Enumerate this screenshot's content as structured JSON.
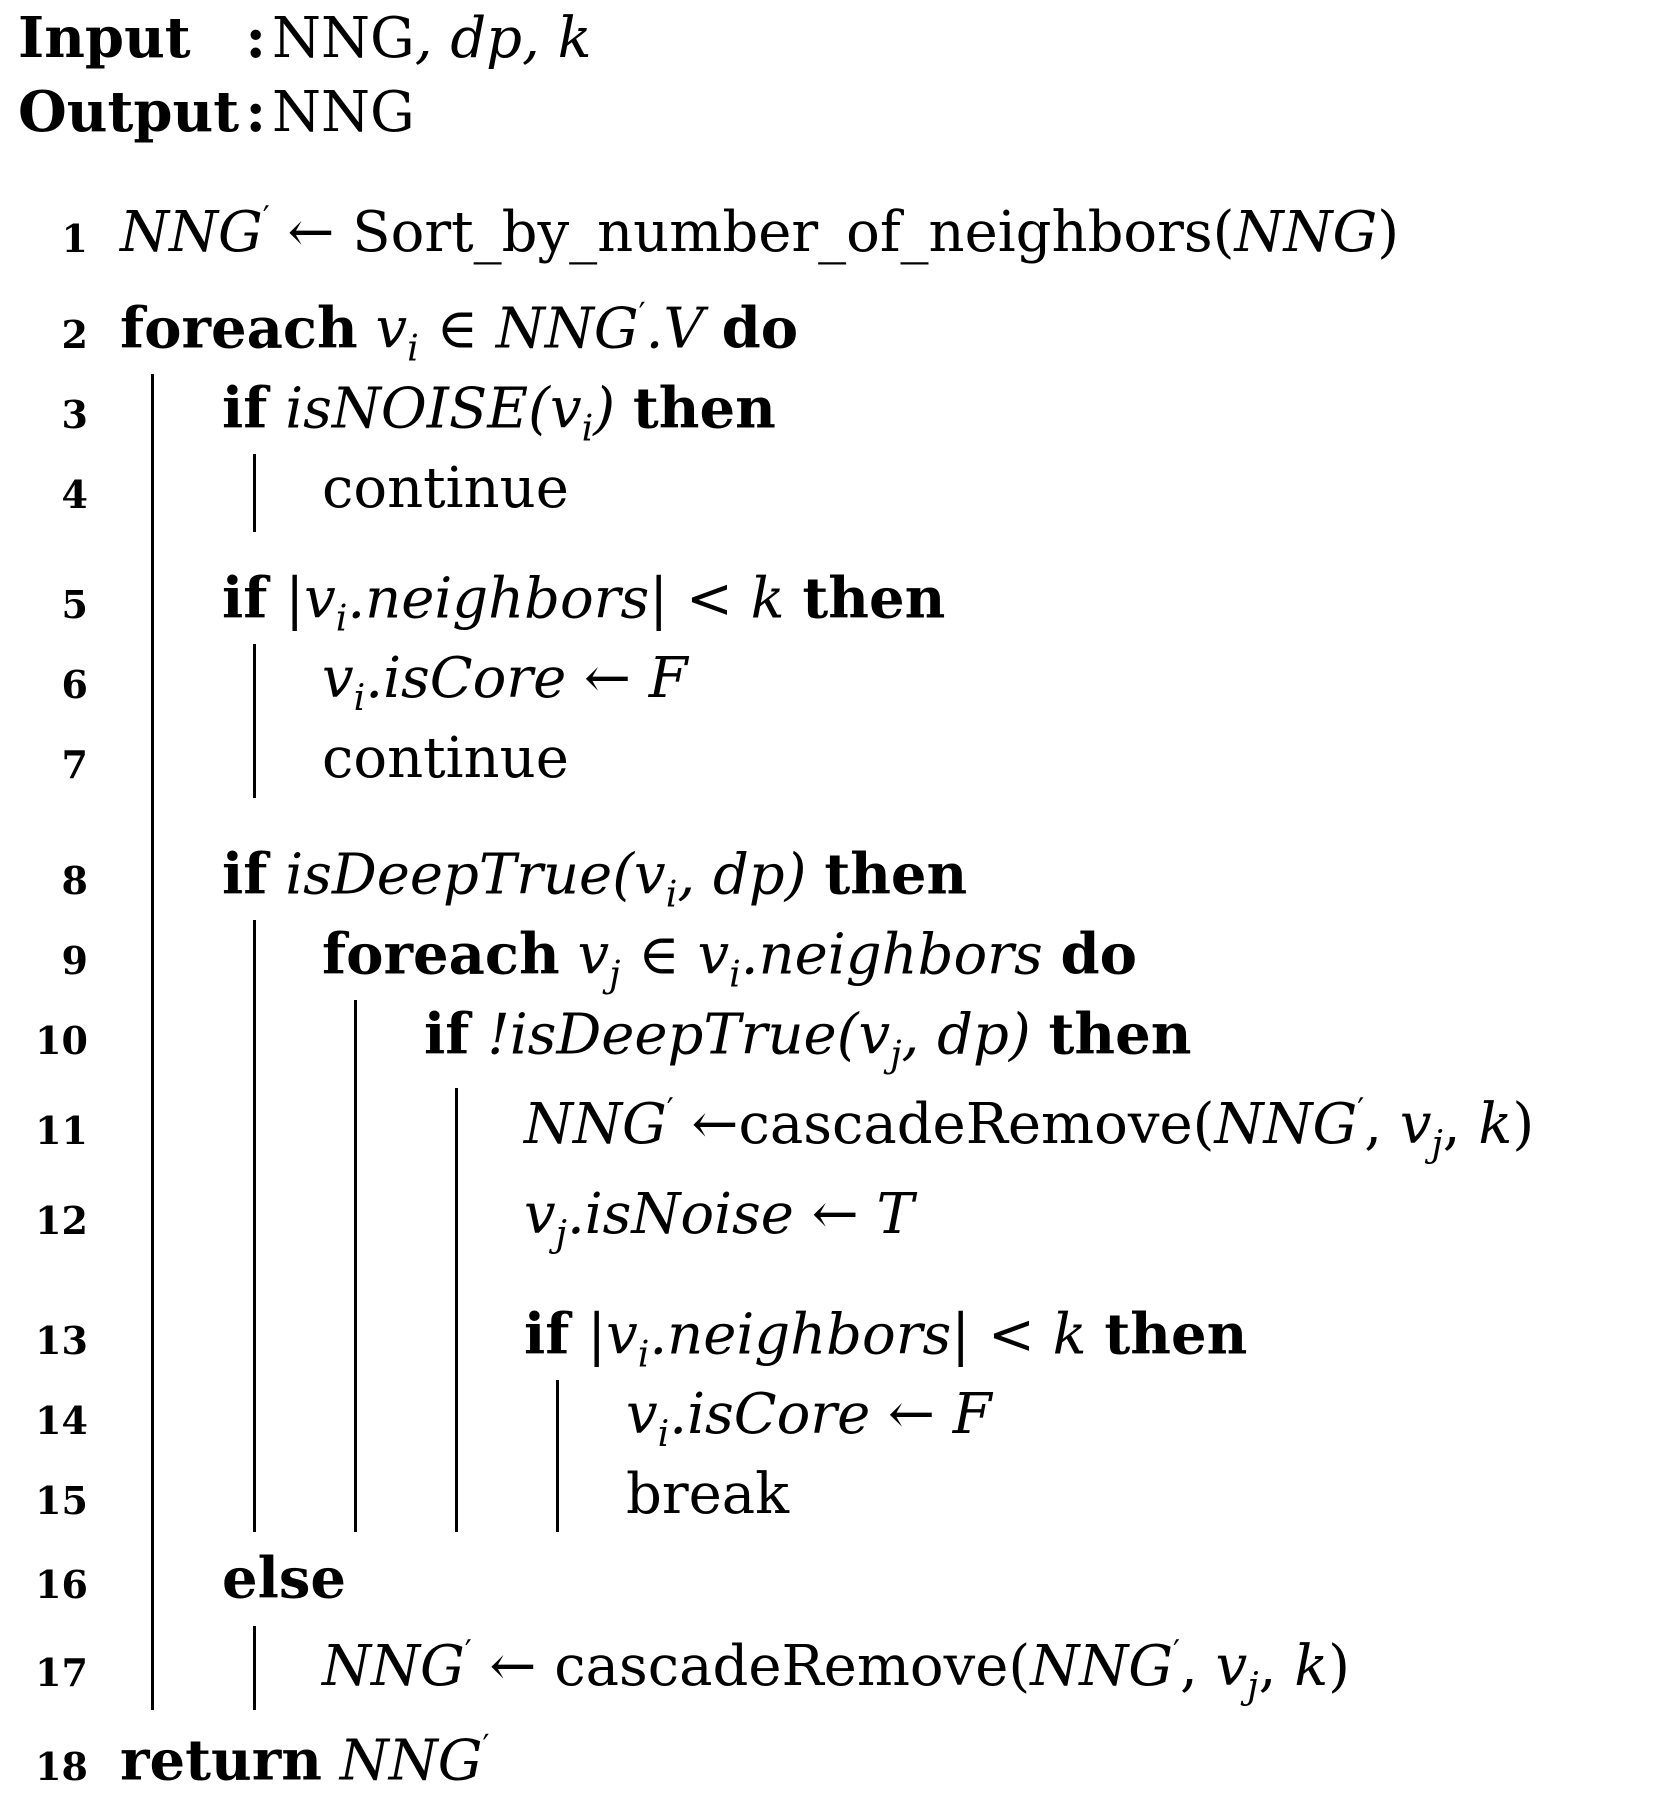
{
  "header": {
    "input_label": "Input",
    "input_colon": ":",
    "input_value_a": "NNG",
    "input_value_b": ", dp, k",
    "output_label": "Output",
    "output_colon": ":",
    "output_value": "NNG"
  },
  "lines": [
    {
      "no": "1"
    },
    {
      "no": "2"
    },
    {
      "no": "3"
    },
    {
      "no": "4"
    },
    {
      "no": "5"
    },
    {
      "no": "6"
    },
    {
      "no": "7"
    },
    {
      "no": "8"
    },
    {
      "no": "9"
    },
    {
      "no": "10"
    },
    {
      "no": "11"
    },
    {
      "no": "12"
    },
    {
      "no": "13"
    },
    {
      "no": "14"
    },
    {
      "no": "15"
    },
    {
      "no": "16"
    },
    {
      "no": "17"
    },
    {
      "no": "18"
    }
  ],
  "tokens": {
    "nng": "NNG",
    "prime": "′",
    "arrow": "←",
    "sort_fn": "Sort_by_number_of_neighbors(",
    "close_paren": ")",
    "open_paren": "(",
    "foreach": "foreach",
    "do": "do",
    "if": "if",
    "then": "then",
    "else": "else",
    "return": "return",
    "continue": "continue",
    "break": "break",
    "v": "v",
    "i": "i",
    "j": "j",
    "in": "∈",
    "dot_v": ".V",
    "is_noise_fn": "isNOISE(",
    "abs_bar": "|",
    "dot_neighbors": ".neighbors",
    "lt": "<",
    "k": "k",
    "dot_iscore": ".isCore",
    "F": "F",
    "T": "T",
    "is_deep_true_fn": "isDeepTrue(",
    "not_is_deep_true_fn": "!isDeepTrue(",
    "comma": ",",
    "dp": "dp",
    "cascade_remove": "cascadeRemove(",
    "dot_isnoise": ".isNoise"
  }
}
